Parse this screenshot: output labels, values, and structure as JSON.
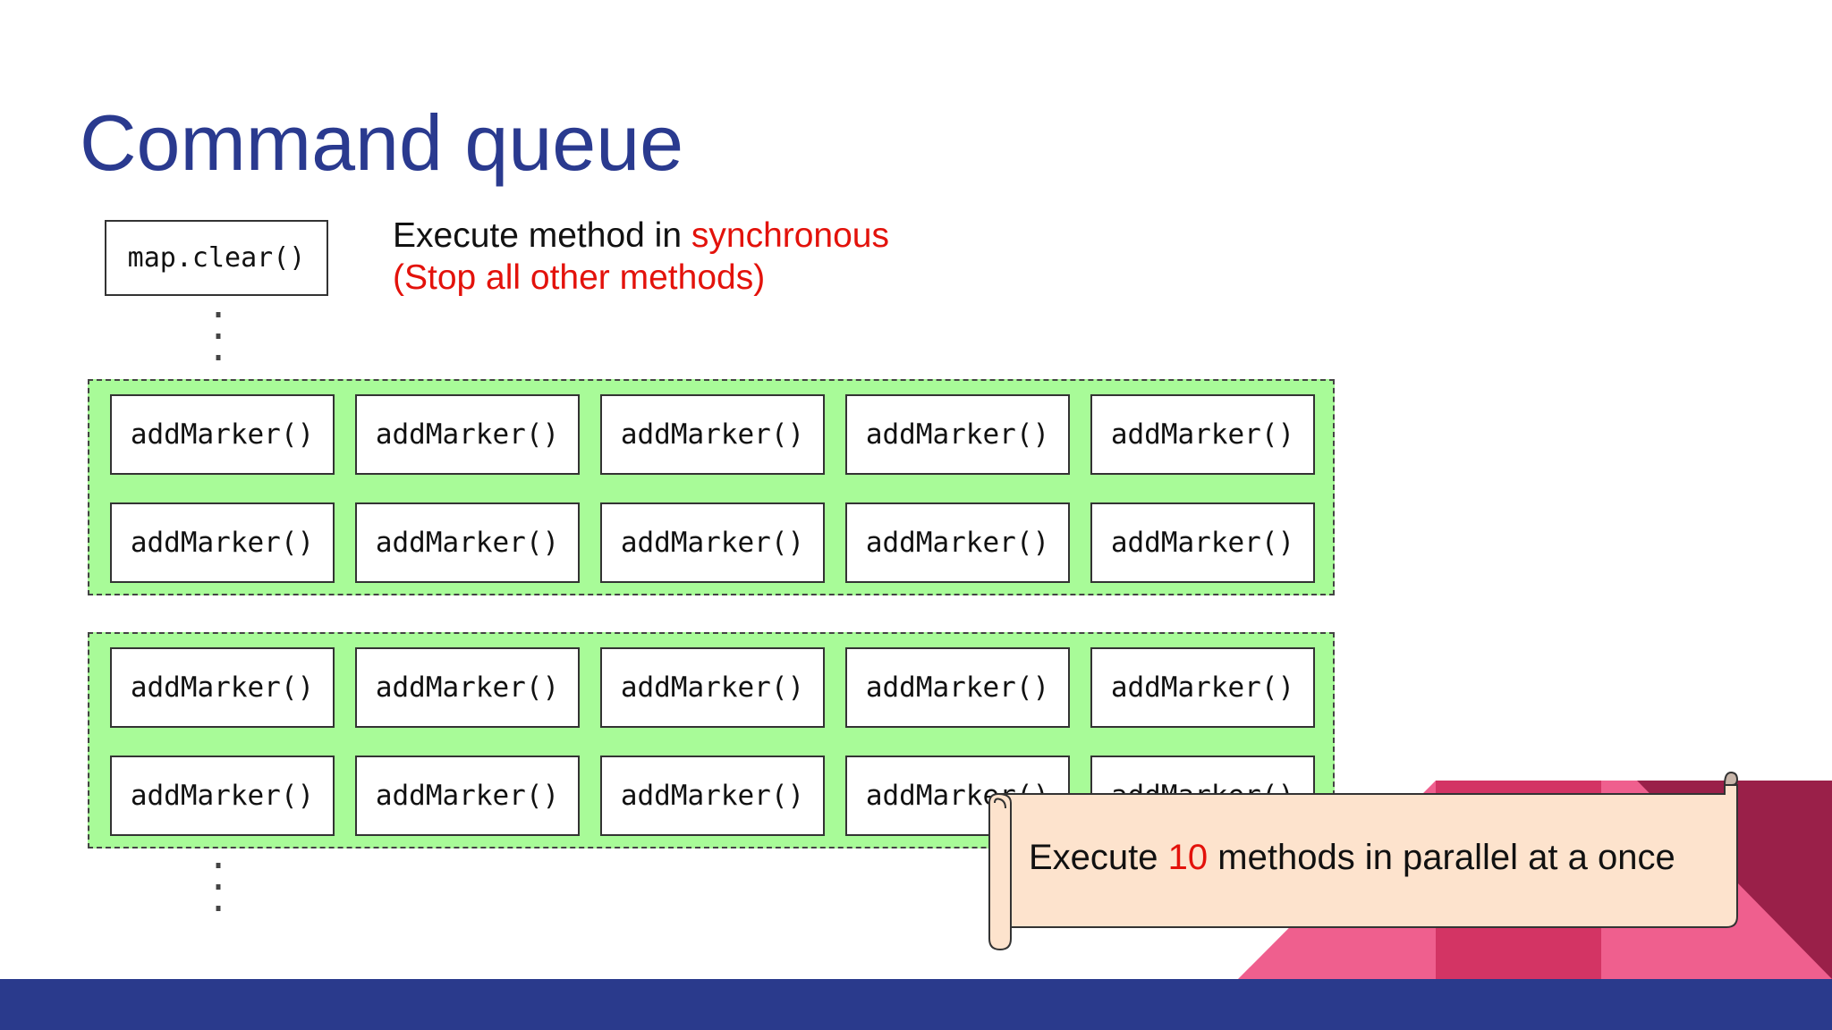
{
  "slide": {
    "title": "Command queue",
    "clear_box_label": "map.clear()",
    "sync_note": {
      "line1_prefix": "Execute method in ",
      "line1_highlight": "synchronous",
      "line2": "(Stop all other methods)"
    },
    "marker_label": "addMarker()",
    "groups": [
      {
        "rows": [
          [
            "addMarker()",
            "addMarker()",
            "addMarker()",
            "addMarker()",
            "addMarker()"
          ],
          [
            "addMarker()",
            "addMarker()",
            "addMarker()",
            "addMarker()",
            "addMarker()"
          ]
        ]
      },
      {
        "rows": [
          [
            "addMarker()",
            "addMarker()",
            "addMarker()",
            "addMarker()",
            "addMarker()"
          ],
          [
            "addMarker()",
            "addMarker()",
            "addMarker()",
            "addMarker()",
            "addMarker()"
          ]
        ]
      }
    ],
    "parallel_note": {
      "prefix": "Execute ",
      "number": "10",
      "suffix": " methods in parallel at a once"
    },
    "colors": {
      "title": "#2a3a8f",
      "highlight_red": "#e3120b",
      "group_fill": "#a8fb98",
      "scroll_fill": "#fde3cd",
      "footer": "#2a3a8c",
      "accent_pink": "#ef5f8e",
      "accent_magenta": "#d33464",
      "accent_wine": "#9a2049"
    }
  }
}
